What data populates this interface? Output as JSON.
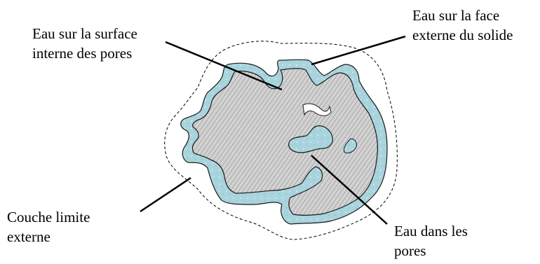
{
  "labels": {
    "internal_surface_water": [
      "Eau sur la surface",
      "interne des pores"
    ],
    "external_face_water": [
      "Eau sur la face",
      "externe du solide"
    ],
    "boundary_layer": [
      "Couche limite",
      "externe"
    ],
    "pore_water": [
      "Eau dans les",
      "pores"
    ]
  },
  "colors": {
    "water": "#a9d4dd",
    "water_edge": "#1a1a1a",
    "solid_fill": "#d2d2d2",
    "solid_hatch": "#8c8c8c",
    "line": "#000000"
  }
}
